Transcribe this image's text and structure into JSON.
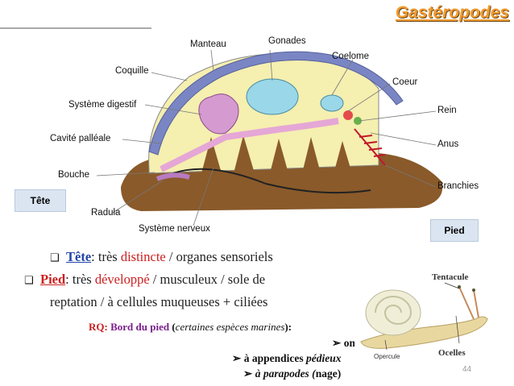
{
  "title": "Gastéropodes",
  "diagram_labels": {
    "manteau": "Manteau",
    "gonades": "Gonades",
    "coquille": "Coquille",
    "coelome": "Coelome",
    "coeur": "Coeur",
    "systeme_digestif": "Système digestif",
    "rein": "Rein",
    "cavite_palleale": "Cavité palléale",
    "anus": "Anus",
    "bouche": "Bouche",
    "branchies": "Branchies",
    "radula": "Radula",
    "systeme_nerveux": "Système nerveux"
  },
  "tags": {
    "tete": "Tête",
    "pied": "Pied"
  },
  "bullets": {
    "tete_term": "Tête",
    "tete_colon": ": très ",
    "tete_distincte": "distincte",
    "tete_rest": " / organes sensoriels",
    "pied_term": "Pied",
    "pied_colon": ": très ",
    "pied_developpe": "développé",
    "pied_rest": " / musculeux / sole de",
    "pied_line2": "reptation / à cellules muqueuses + ciliées"
  },
  "rq": {
    "rq_label": "RQ:",
    "bord": " Bord du pied ",
    "open": "(",
    "certaines": "certaines espèces marines",
    "close": "):"
  },
  "sub_items": {
    "ondule": "ondule",
    "appendices_pre": "à appendices ",
    "pedieux": "pédieux",
    "parapodes_pre": "à parapodes (",
    "nage": "nage",
    "parapodes_post": ")"
  },
  "photo_labels": {
    "tentacule": "Tentacule",
    "ocelles": "Ocelles",
    "opercule": "Opercule"
  },
  "page_number": "44",
  "colors": {
    "title": "#f29a2e",
    "accent_red": "#cc1f1f",
    "term_blue": "#2244aa",
    "rq_purple": "#7a1e8c",
    "tag_bg": "#dbe5f1"
  }
}
